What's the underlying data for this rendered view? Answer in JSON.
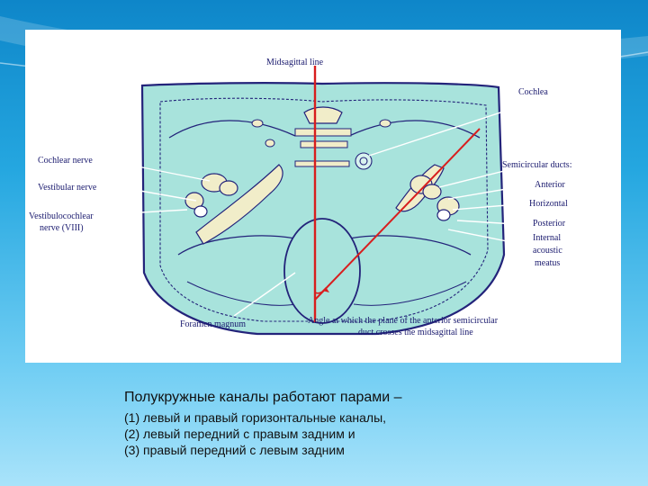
{
  "diagram": {
    "labels": {
      "midsagittal": "Midsagittal line",
      "cochlea": "Cochlea",
      "cochlear_nerve": "Cochlear nerve",
      "semicircular": "Semicircular ducts:",
      "vestibular_nerve": "Vestibular nerve",
      "anterior": "Anterior",
      "horizontal": "Horizontal",
      "vestibulocochlear_1": "Vestibulocochlear",
      "vestibulocochlear_2": "nerve (VIII)",
      "posterior": "Posterior",
      "internal_1": "Internal",
      "internal_2": "acoustic",
      "internal_3": "meatus",
      "foramen": "Foramen magnum",
      "angle_1": "Angle at which the plane of the anterior semicircular",
      "angle_2": "duct crosses the midsagittal line"
    },
    "colors": {
      "tissue": "#a8e3dc",
      "outline": "#23237a",
      "bone": "#f1edc9",
      "line_red": "#d81e1e"
    }
  },
  "caption": {
    "title": "Полукружные каналы работают парами –",
    "items": [
      "(1)  левый и правый горизонтальные каналы,",
      "(2)  левый передний с правым задним и",
      "(3)  правый передний с левым задним"
    ]
  }
}
